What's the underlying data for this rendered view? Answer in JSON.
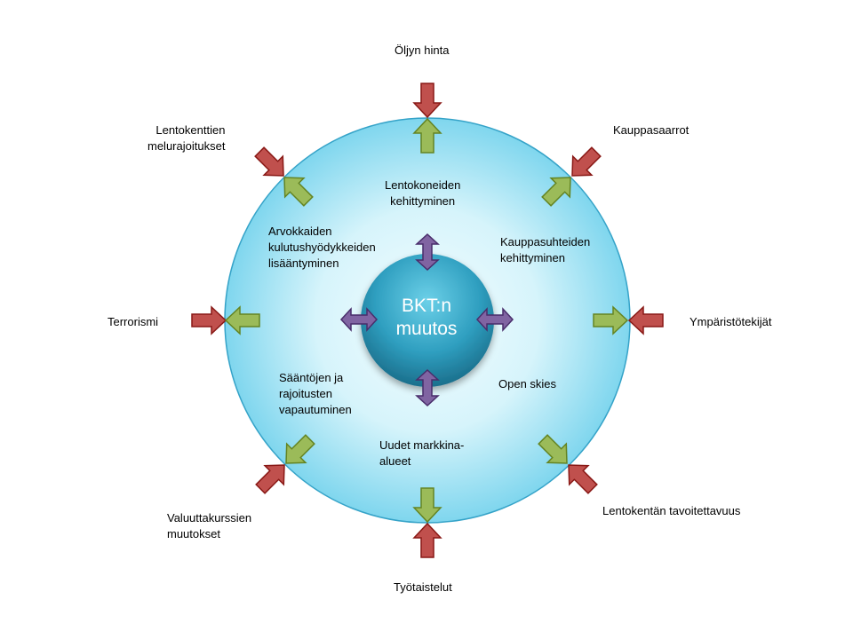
{
  "center": {
    "label": "BKT:n\nmuutos"
  },
  "outer_factors": {
    "top": "Öljyn hinta",
    "top_left": "Lentokenttien\nmelurajoitukset",
    "top_right": "Kauppasaarrot",
    "left": "Terrorismi",
    "right": "Ympäristötekijät",
    "bottom_left": "Valuuttakurssien\nmuutokset",
    "bottom_right": "Lentokentän tavoitettavuus",
    "bottom": "Työtaistelut"
  },
  "inner_factors": {
    "top": "Lentokoneiden\nkehittyminen",
    "top_left": "Arvokkaiden\nkulutushyödykkeiden\nlisääntyminen",
    "top_right": "Kauppasuhteiden\nkehittyminen",
    "bottom_left": "Sääntöjen ja\nrajoitusten\nvapautuminen",
    "bottom_right": "Open skies",
    "bottom": "Uudet markkina-\nalueet"
  },
  "colors": {
    "outer_arrow": "#C0504D",
    "inner_arrow": "#9BBB59",
    "center_arrow": "#8064A2",
    "circle_fill": "#DDF5FB",
    "center_fill": "#31A3C4"
  }
}
